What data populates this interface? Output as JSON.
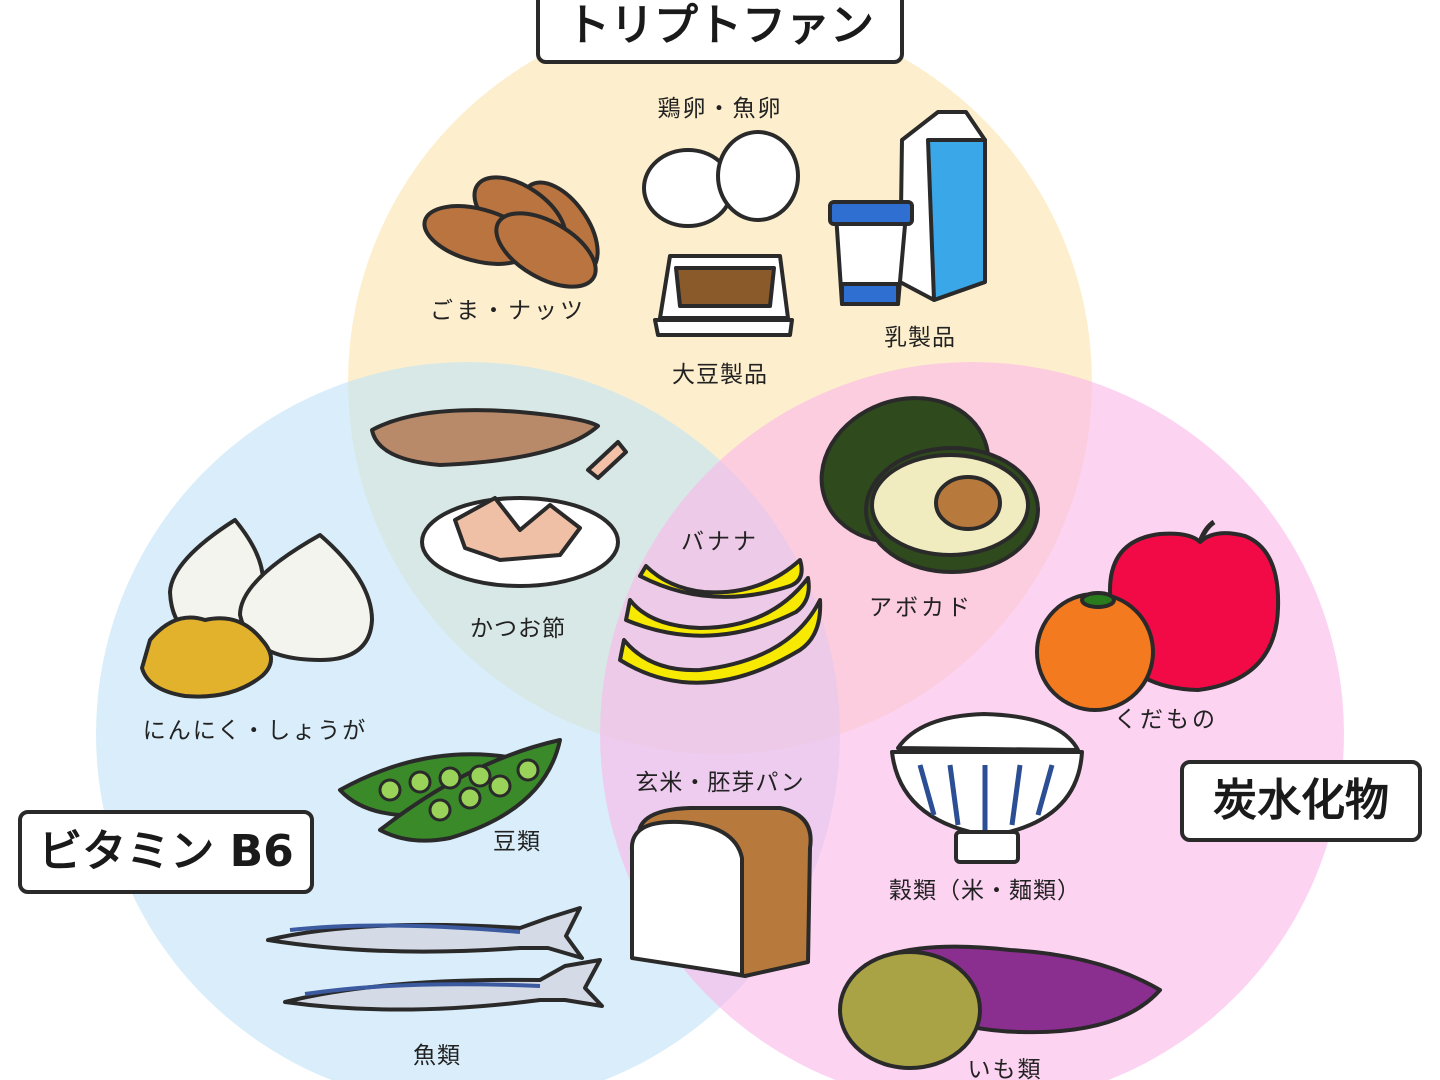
{
  "sets": {
    "tryptophan": "トリプトファン",
    "vitamin_b6": "ビタミン B6",
    "carbohydrate": "炭水化物"
  },
  "colors": {
    "tryptophan": "#fdecc4",
    "vitamin_b6": "#cde9f7",
    "carbohydrate": "#fbc7ee",
    "outline": "#2a2a2a"
  },
  "items": {
    "eggs": "鶏卵・魚卵",
    "nuts": "ごま・ナッツ",
    "soy": "大豆製品",
    "dairy": "乳製品",
    "bonito": "かつお節",
    "banana": "バナナ",
    "avocado": "アボカド",
    "garlic": "にんにく・しょうが",
    "beans": "豆類",
    "fish": "魚類",
    "brown_rice": "玄米・胚芽パン",
    "fruit": "くだもの",
    "grains": "穀類（米・麺類）",
    "potatoes": "いも類"
  }
}
